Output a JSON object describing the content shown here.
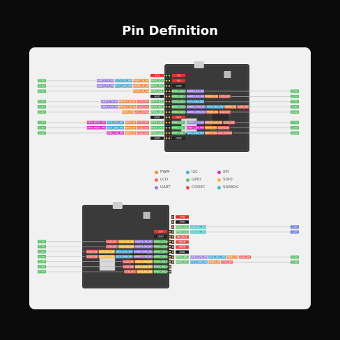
{
  "title": "Pin Definition",
  "legend": [
    {
      "label": "PWM",
      "color": "#f08a3c"
    },
    {
      "label": "I2C",
      "color": "#49a9d6"
    },
    {
      "label": "SPI",
      "color": "#d633c7"
    },
    {
      "label": "LCD",
      "color": "#f06a6a"
    },
    {
      "label": "GPIO",
      "color": "#5cc06a"
    },
    {
      "label": "SDIO",
      "color": "#f2b640"
    },
    {
      "label": "UART",
      "color": "#9a7be0"
    },
    {
      "label": "CODEC",
      "color": "#e84d4d"
    },
    {
      "label": "SARADC",
      "color": "#37c2c2"
    }
  ],
  "top": {
    "left": [
      {
        "pin": "3V3",
        "c": "#e3322f"
      },
      {
        "pin": "GPIO1_A2_d",
        "c": "#5cc06a",
        "f": [
          {
            "t": "PWM7_IR_M0",
            "c": "#f08a3c"
          },
          {
            "t": "I2C2_SCL_M0",
            "c": "#49a9d6"
          },
          {
            "t": "UART3_TX_M0",
            "c": "#9a7be0"
          }
        ],
        "v": "3.3V"
      },
      {
        "pin": "GPIO1_A3_d",
        "c": "#5cc06a",
        "f": [
          {
            "t": "PWM8_IR_M0",
            "c": "#f08a3c"
          },
          {
            "t": "I2C2_SDA_M0",
            "c": "#49a9d6"
          },
          {
            "t": "UART3_RX_M0",
            "c": "#9a7be0"
          }
        ],
        "v": "3.3V"
      },
      {
        "pin": "GPIO1_A4_d",
        "c": "#5cc06a",
        "f": [
          {
            "t": "PWM9_IR_M0",
            "c": "#f08a3c"
          }
        ],
        "v": "3.3V"
      },
      {
        "pin": "GND",
        "c": "#222"
      },
      {
        "pin": "GPIO1_B3_d",
        "c": "#5cc06a",
        "f": [
          {
            "t": "LCD_D0",
            "c": "#f06a6a"
          },
          {
            "t": "PWM10_IR_M1",
            "c": "#f08a3c"
          },
          {
            "t": "UART4_TX_M1",
            "c": "#9a7be0"
          }
        ],
        "v": "3.3V"
      },
      {
        "pin": "GPIO1_B2_d",
        "c": "#5cc06a",
        "f": [
          {
            "t": "LCD_D1",
            "c": "#f06a6a"
          },
          {
            "t": "PWM11_IR_M2",
            "c": "#f08a3c"
          },
          {
            "t": "UART4_RX_M1",
            "c": "#9a7be0"
          }
        ],
        "v": "3.3V"
      },
      {
        "pin": "GPIO1_C0_d",
        "c": "#5cc06a",
        "f": [
          {
            "t": "LCD_VSYNC",
            "c": "#f06a6a"
          },
          {
            "t": "PWM0_M1",
            "c": "#f08a3c"
          }
        ],
        "v": "3.3V"
      },
      {
        "pin": "GND",
        "c": "#222"
      },
      {
        "pin": "GPIO1_C6_d",
        "c": "#5cc06a",
        "f": [
          {
            "t": "LCD_D6",
            "c": "#f06a6a"
          },
          {
            "t": "PWM2_M1",
            "c": "#f08a3c"
          },
          {
            "t": "I2C4_SCL_M1",
            "c": "#49a9d6"
          },
          {
            "t": "SPI0_MOSI_M0",
            "c": "#d633c7"
          }
        ],
        "v": "3.3V"
      },
      {
        "pin": "GPIO1_C4_d",
        "c": "#5cc06a",
        "f": [
          {
            "t": "LCD_D5",
            "c": "#f06a6a"
          },
          {
            "t": "PWM3_M1",
            "c": "#f08a3c"
          },
          {
            "t": "I2C4_SDA_M1",
            "c": "#49a9d6"
          },
          {
            "t": "SPI0_MISO_M0",
            "c": "#d633c7"
          }
        ],
        "v": "3.3V"
      },
      {
        "pin": "GPIO1_C5_d",
        "c": "#5cc06a",
        "f": [
          {
            "t": "LCD_D4",
            "c": "#f06a6a"
          },
          {
            "t": "PWM4_M1",
            "c": "#f08a3c"
          },
          {
            "t": "SPI0_CLK_M0",
            "c": "#d633c7"
          }
        ],
        "v": "3.3V"
      },
      {
        "pin": "GND",
        "c": "#222"
      }
    ],
    "right": [
      {
        "pin": "5V",
        "c": "#e3322f"
      },
      {
        "pin": "5V",
        "c": "#e3322f"
      },
      {
        "pin": "GND",
        "c": "#222"
      },
      {
        "pin": "GPIO1_A0_d",
        "c": "#5cc06a",
        "f": [
          {
            "t": "UART3_TX_M1",
            "c": "#9a7be0"
          }
        ],
        "v": "3.3V"
      },
      {
        "pin": "GPIO1_A1_d",
        "c": "#5cc06a",
        "f": [
          {
            "t": "UART3_RX_M1",
            "c": "#9a7be0"
          },
          {
            "t": "PWM10_M1",
            "c": "#f08a3c"
          },
          {
            "t": "LCD_D3",
            "c": "#f06a6a"
          }
        ],
        "v": "3.3V"
      },
      {
        "pin": "GPIO2_A4_d",
        "c": "#5cc06a",
        "f": [
          {
            "t": "I2C3_SDA_M0",
            "c": "#49a9d6"
          }
        ],
        "v": "3.3V"
      },
      {
        "pin": "GPIO1_C3_d",
        "c": "#5cc06a",
        "f": [
          {
            "t": "UART2_CTS_M1",
            "c": "#9a7be0"
          },
          {
            "t": "I2C3_SCL_M0",
            "c": "#49a9d6"
          },
          {
            "t": "PWM4_M1",
            "c": "#f08a3c"
          },
          {
            "t": "LCD_D2",
            "c": "#f06a6a"
          }
        ],
        "v": "3.3V"
      },
      {
        "pin": "GPIO2_A5_d",
        "c": "#5cc06a",
        "f": [
          {
            "t": "UART2_RTS_M1",
            "c": "#9a7be0"
          },
          {
            "t": "PWM5_M1",
            "c": "#f08a3c"
          },
          {
            "t": "LCD_D7",
            "c": "#f06a6a"
          }
        ],
        "v": "3.3V"
      },
      {
        "pin": "3V3",
        "c": "#e3322f"
      },
      {
        "pin": "GPIO1_C7_d",
        "c": "#5cc06a",
        "f": [
          {
            "t": "UART4_TX_M1",
            "c": "#9a7be0"
          },
          {
            "t": "PWM10_IR_M1",
            "c": "#f08a3c"
          },
          {
            "t": "LCD_D8",
            "c": "#f06a6a"
          }
        ],
        "v": "3.3V"
      },
      {
        "pin": "GPIO1_C1_d",
        "c": "#5cc06a",
        "f": [
          {
            "t": "SPI0_CS0_M0",
            "c": "#d633c7"
          },
          {
            "t": "PWM6_M1",
            "c": "#f08a3c"
          },
          {
            "t": "LCD_CLK",
            "c": "#f06a6a"
          }
        ],
        "v": "3.3V"
      },
      {
        "pin": "GPIO1_A2_d",
        "c": "#5cc06a",
        "f": [
          {
            "t": "I2C3_SDA_M1",
            "c": "#49a9d6"
          },
          {
            "t": "PWM7_M1",
            "c": "#f08a3c"
          },
          {
            "t": "LCD_HSYNC",
            "c": "#f06a6a"
          }
        ],
        "v": "3.3V"
      },
      {
        "pin": "GND",
        "c": "#222"
      }
    ],
    "numbers": [
      "1",
      "2",
      "3",
      "4",
      "5",
      "6",
      "7",
      "8",
      "9",
      "10",
      "11",
      "12",
      "13",
      "14",
      "15",
      "16",
      "17",
      "18",
      "19",
      "20",
      "21",
      "22",
      "23",
      "24",
      "25",
      "26"
    ]
  },
  "bottom": {
    "left": [
      {
        "pin": "3V3",
        "c": "#e3322f"
      },
      {
        "pin": "GND",
        "c": "#222"
      },
      {
        "pin": "GPIO1_C7_d",
        "c": "#5cc06a",
        "f": [
          {
            "t": "UART4_TX_M1",
            "c": "#9a7be0"
          },
          {
            "t": "SDIO_D1_M0",
            "c": "#f2b640"
          },
          {
            "t": "LCD_D1",
            "c": "#f06a6a"
          }
        ],
        "v": "3.3V"
      },
      {
        "pin": "GPIO1_C6_d",
        "c": "#5cc06a",
        "f": [
          {
            "t": "UART4_RX_M1",
            "c": "#9a7be0"
          },
          {
            "t": "SDIO_D0_M0",
            "c": "#f2b640"
          },
          {
            "t": "LCD_D2",
            "c": "#f06a6a"
          }
        ],
        "v": "3.3V"
      },
      {
        "pin": "GPIO1_C5_d",
        "c": "#5cc06a",
        "f": [
          {
            "t": "UART4_RTS_M1",
            "c": "#9a7be0"
          },
          {
            "t": "I2C3_SCL_M1",
            "c": "#49a9d6"
          },
          {
            "t": "SDIO_D3_M0",
            "c": "#f2b640"
          },
          {
            "t": "LCD_D3",
            "c": "#f06a6a"
          }
        ],
        "v": "3.3V"
      },
      {
        "pin": "GPIO1_C4_d",
        "c": "#5cc06a",
        "f": [
          {
            "t": "UART4_CTS_M1",
            "c": "#9a7be0"
          },
          {
            "t": "I2C3_SDA_M1",
            "c": "#49a9d6"
          },
          {
            "t": "SDIO_D2_M0",
            "c": "#f2b640"
          },
          {
            "t": "LCD_D4",
            "c": "#f06a6a"
          }
        ],
        "v": "3.3V"
      },
      {
        "pin": "GPIO1_A3_d",
        "c": "#5cc06a",
        "f": [
          {
            "t": "SDIO_CMD_M0",
            "c": "#f2b640"
          },
          {
            "t": "LCD_D5",
            "c": "#f06a6a"
          }
        ],
        "v": "3.3V"
      },
      {
        "pin": "GPIO1_A4_d",
        "c": "#5cc06a",
        "f": [
          {
            "t": "SDIO_CLK_M0",
            "c": "#f2b640"
          },
          {
            "t": "LCD_D6",
            "c": "#f06a6a"
          }
        ],
        "v": "3.3V"
      },
      {
        "pin": "GPIO1_A2_d",
        "c": "#5cc06a",
        "f": [
          {
            "t": "SDIO_D1_M1",
            "c": "#f2b640"
          },
          {
            "t": "LCD_D7",
            "c": "#f06a6a"
          }
        ],
        "v": "3.3V"
      }
    ],
    "right": [
      {
        "pin": "1V8",
        "c": "#e3322f"
      },
      {
        "pin": "GND",
        "c": "#222"
      },
      {
        "pin": "GPIO0_C4_d",
        "c": "#5cc06a",
        "f": [
          {
            "t": "SARADC_IN0",
            "c": "#37c2c2"
          }
        ],
        "v": "1.8V"
      },
      {
        "pin": "GPIO0_C3_d",
        "c": "#5cc06a",
        "f": [
          {
            "t": "SARADC_IN1",
            "c": "#37c2c2"
          }
        ],
        "v": "1.8V"
      },
      {
        "pin": "MICBIAS",
        "c": "#e84d4d"
      },
      {
        "pin": "MICP",
        "c": "#e84d4d"
      },
      {
        "pin": "MICN",
        "c": "#e84d4d"
      },
      {
        "pin": "GND",
        "c": "#222"
      },
      {
        "pin": "GPIO2_B0_d",
        "c": "#5cc06a",
        "f": [
          {
            "t": "UART0_RX_M0",
            "c": "#9a7be0"
          },
          {
            "t": "I2C1_SCL_M1",
            "c": "#49a9d6"
          },
          {
            "t": "PWM5_M0",
            "c": "#f08a3c"
          },
          {
            "t": "LCD_D0",
            "c": "#f06a6a"
          }
        ],
        "v": "3.3V"
      },
      {
        "pin": "GPIO2_B1_d",
        "c": "#5cc06a",
        "f": [
          {
            "t": "I2C1_SDA_M1",
            "c": "#49a9d6"
          },
          {
            "t": "PWM6_M0",
            "c": "#f08a3c"
          },
          {
            "t": "LCD_D0",
            "c": "#f06a6a"
          }
        ],
        "v": "3.3V"
      }
    ]
  }
}
